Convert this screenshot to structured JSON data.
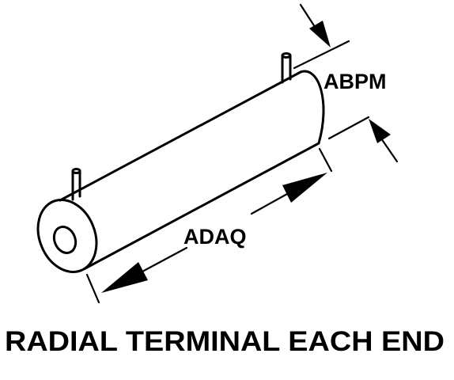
{
  "diagram": {
    "labels": {
      "diameter_code": "ABPM",
      "length_code": "ADAQ"
    },
    "caption": "RADIAL TERMINAL EACH END"
  }
}
